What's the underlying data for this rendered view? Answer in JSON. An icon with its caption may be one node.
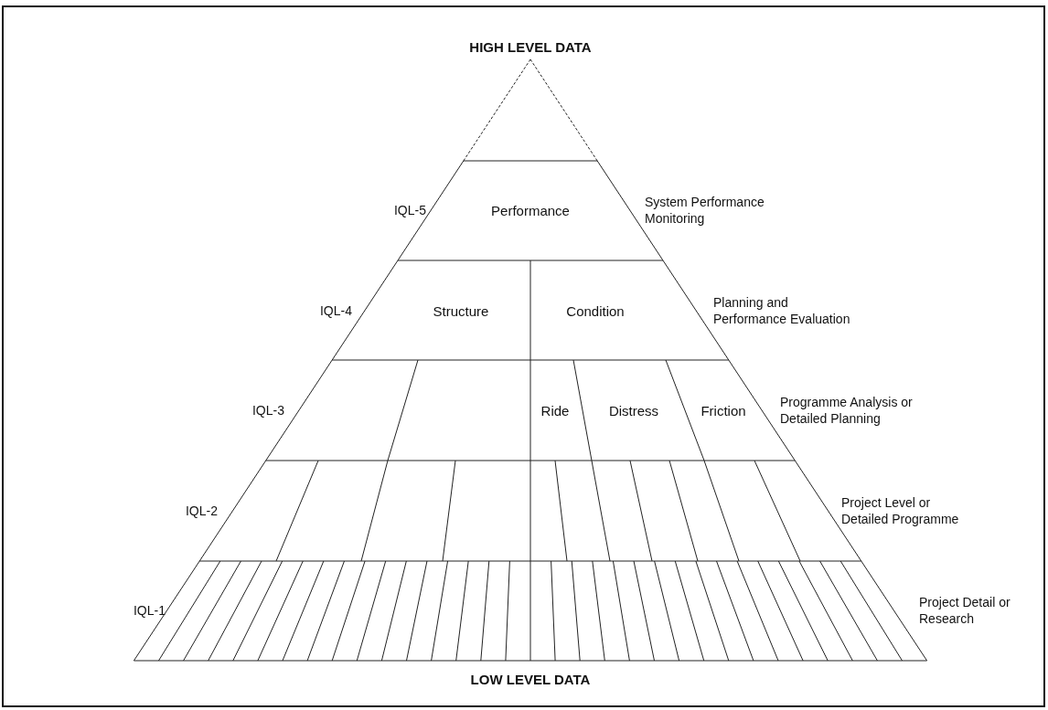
{
  "diagram": {
    "nodes": [
      {
        "text": [
          "Performance"
        ]
      },
      {
        "text": [
          "Structure"
        ]
      },
      {
        "text": [
          "Condition"
        ]
      },
      {
        "text": [
          "Ride"
        ]
      },
      {
        "text": [
          "Distress"
        ]
      },
      {
        "text": [
          "Friction"
        ]
      }
    ],
    "labels": [
      "HIGH LEVEL DATA",
      "IQL-5",
      "System Performance Monitoring",
      "IQL-4",
      "Planning and Performance Evaluation",
      "IQL-3",
      "Programme Analysis or Detailed Planning",
      "IQL-2",
      "Project Level or Detailed Programme",
      "IQL-1",
      "Project Detail or Research",
      "LOW LEVEL DATA"
    ]
  }
}
